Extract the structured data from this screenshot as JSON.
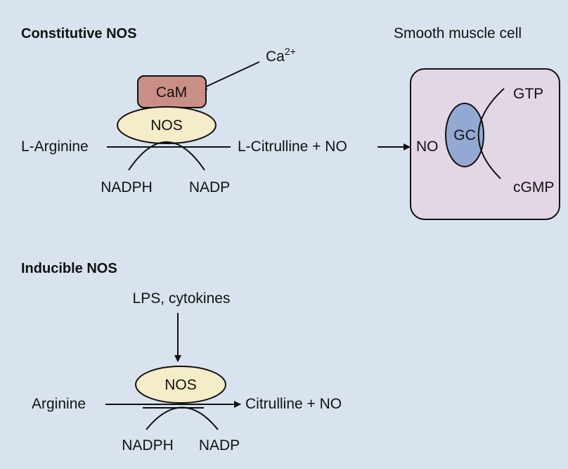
{
  "colors": {
    "background": "#d9e3ef",
    "cell_fill": "#e3d7e6",
    "cam_fill": "#c98f86",
    "nos_fill": "#f5ecc8",
    "gc_fill": "#93a9d3",
    "stroke": "#111111"
  },
  "constitutive": {
    "title": "Constitutive NOS",
    "calcium": "Ca",
    "calcium_sup": "2+",
    "cam": "CaM",
    "nos": "NOS",
    "substrate": "L-Arginine",
    "product": "L-Citrulline + NO",
    "cofactor_in": "NADPH",
    "cofactor_out": "NADP"
  },
  "smooth_muscle": {
    "title": "Smooth muscle cell",
    "no": "NO",
    "gc": "GC",
    "gtp": "GTP",
    "cgmp": "cGMP"
  },
  "inducible": {
    "title": "Inducible NOS",
    "inducers": "LPS, cytokines",
    "nos": "NOS",
    "substrate": "Arginine",
    "product": "Citrulline + NO",
    "cofactor_in": "NADPH",
    "cofactor_out": "NADP"
  }
}
